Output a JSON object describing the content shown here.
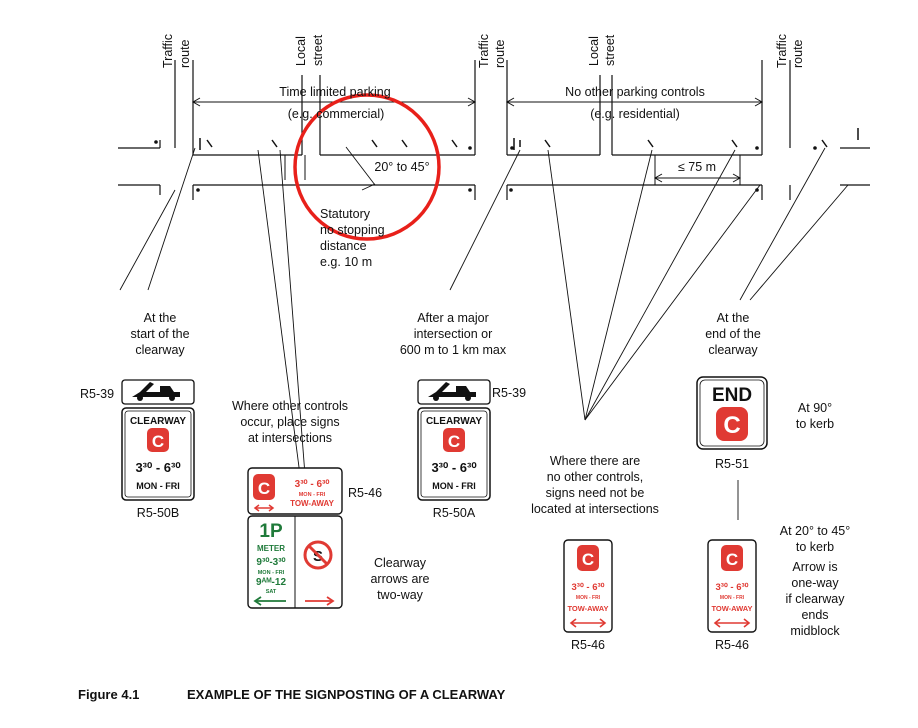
{
  "colors": {
    "red": "#e03a33",
    "green": "#1f7a3a",
    "line": "#111111",
    "annotation_circle": "#e8201a"
  },
  "street_labels": {
    "traffic_route_1": [
      "Traffic",
      "route"
    ],
    "local_street_1": [
      "Local",
      "street"
    ],
    "traffic_route_2": [
      "Traffic",
      "route"
    ],
    "local_street_2": [
      "Local",
      "street"
    ],
    "traffic_route_3": [
      "Traffic",
      "route"
    ]
  },
  "zones": {
    "time_limited": [
      "Time limited parking",
      "(e.g. commercial)"
    ],
    "no_other": [
      "No other parking controls",
      "(e.g. residential)"
    ]
  },
  "dimensions": {
    "angle": "20° to 45°",
    "max_spacing": "≤ 75 m",
    "statutory": [
      "Statutory",
      "no stopping",
      "distance",
      "e.g. 10 m"
    ]
  },
  "notes": {
    "start": [
      "At the",
      "start of the",
      "clearway"
    ],
    "major": [
      "After a major",
      "intersection or",
      "600 m to 1 km max"
    ],
    "end": [
      "At the",
      "end of the",
      "clearway"
    ],
    "other_controls": [
      "Where other controls",
      "occur, place signs",
      "at intersections"
    ],
    "no_other_controls": [
      "Where there are",
      "no other controls,",
      "signs need not be",
      "located at intersections"
    ],
    "at_90": [
      "At 90°",
      "to kerb"
    ],
    "at_20_45": [
      "At 20° to 45°",
      "to kerb"
    ],
    "arrow_oneway": [
      "Arrow is",
      "one-way",
      "if clearway",
      "ends",
      "midblock"
    ],
    "arrows_twoway": [
      "Clearway",
      "arrows are",
      "two-way"
    ]
  },
  "sign_codes": {
    "r5_39_a": "R5-39",
    "r5_50b": "R5-50B",
    "r5_39_b": "R5-39",
    "r5_50a": "R5-50A",
    "r5_46_a": "R5-46",
    "r5_51": "R5-51",
    "r5_46_b": "R5-46",
    "r5_46_c": "R5-46"
  },
  "sign_text": {
    "clearway": "CLEARWAY",
    "c": "C",
    "hours": "3³⁰ - 6³⁰",
    "mon_fri": "MON - FRI",
    "tow_away": "TOW-AWAY",
    "end": "END",
    "one_p": "1P",
    "meter": "METER",
    "meter_hours": "9³⁰-3³⁰",
    "sat_hours": "9ᴬᴹ-12",
    "sat": "SAT"
  },
  "caption": {
    "figure": "Figure 4.1",
    "title": "EXAMPLE OF THE SIGNPOSTING OF A CLEARWAY"
  }
}
